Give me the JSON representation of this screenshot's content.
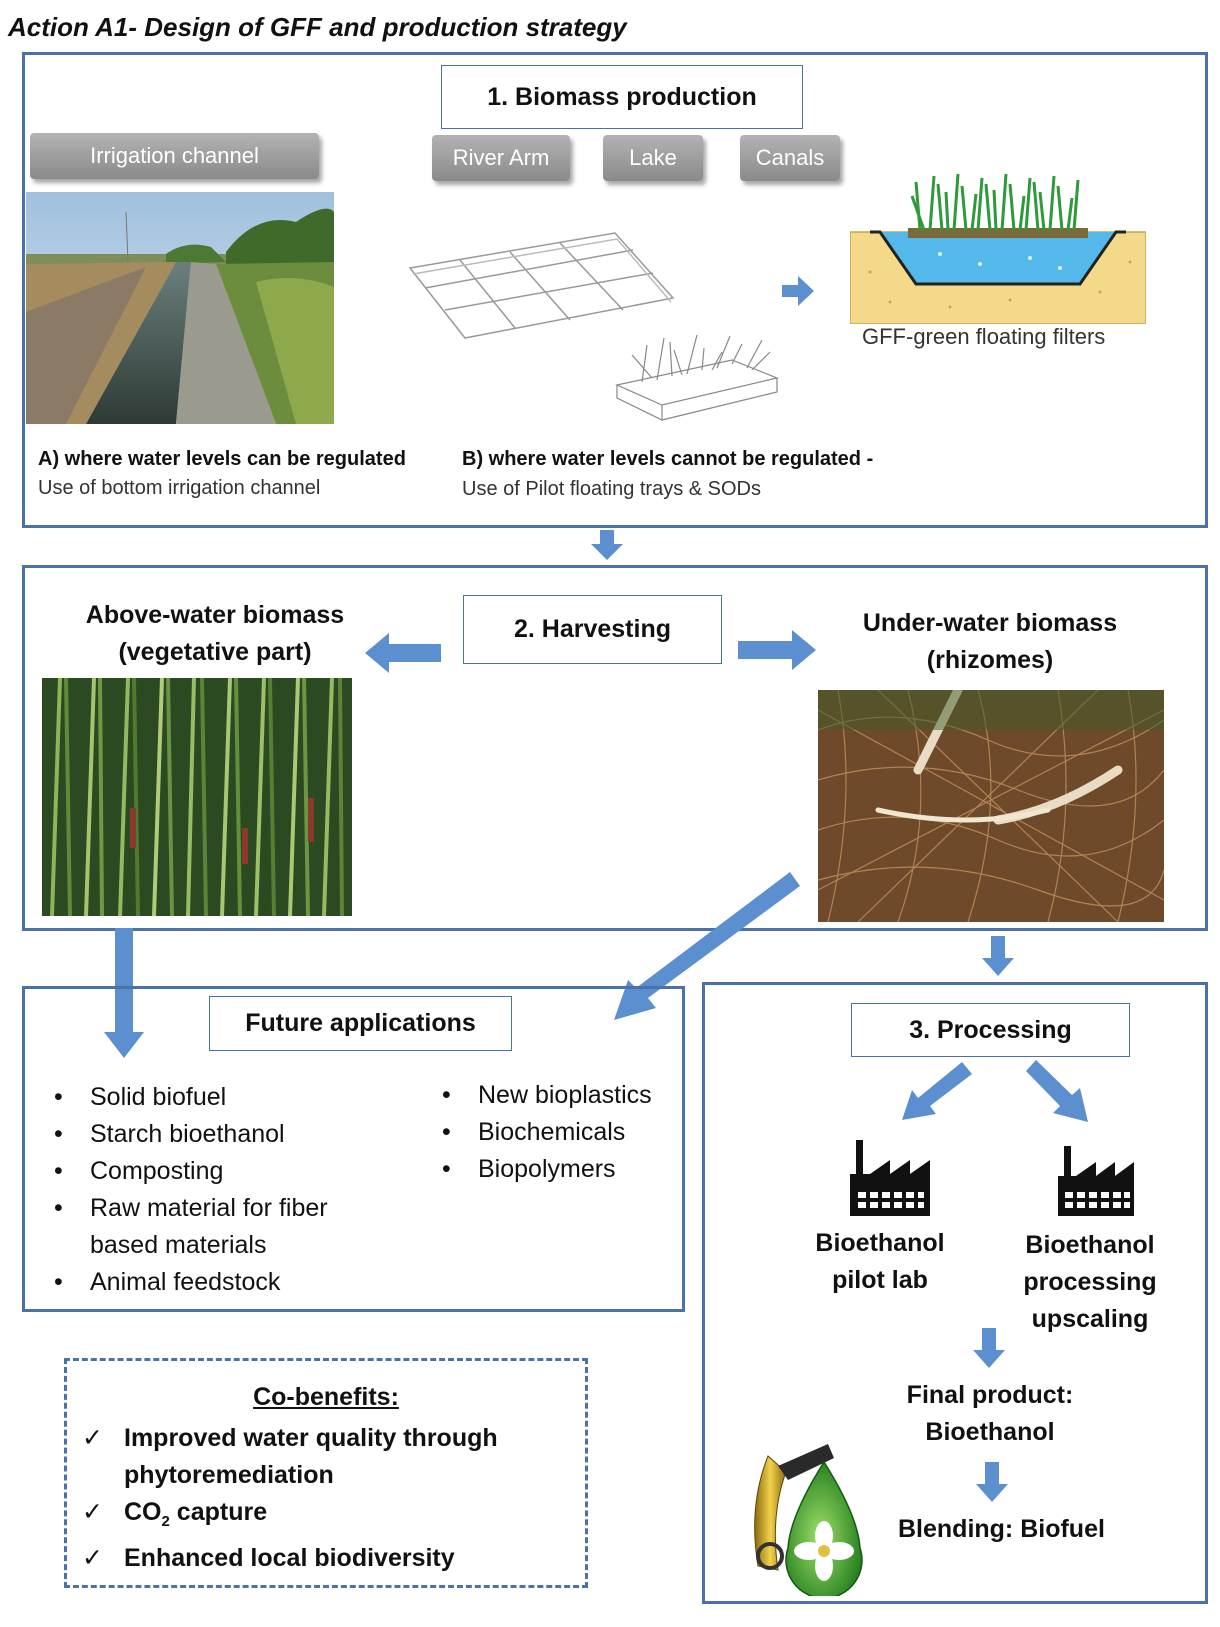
{
  "title": "Action A1- Design of GFF and production strategy",
  "section1": {
    "title": "1. Biomass production",
    "tabs": [
      "Irrigation channel",
      "River Arm",
      "Lake",
      "Canals"
    ],
    "gff_caption": "GFF-green floating filters",
    "option_a_bold": "A) where water levels can be regulated",
    "option_a_text": "Use of bottom irrigation channel",
    "option_b_bold": "B) where water levels cannot be regulated -",
    "option_b_text": "Use of Pilot floating trays & SODs"
  },
  "section2": {
    "title": "2. Harvesting",
    "above_line1": "Above-water biomass",
    "above_line2": "(vegetative part)",
    "under_line1": "Under-water biomass",
    "under_line2": "(rhizomes)"
  },
  "future": {
    "title": "Future applications",
    "left_items": [
      "Solid biofuel",
      "Starch bioethanol",
      "Composting",
      "Raw material for fiber based materials",
      "Animal feedstock"
    ],
    "right_items": [
      "New bioplastics",
      "Biochemicals",
      "Biopolymers"
    ]
  },
  "cobenefits": {
    "title": "Co-benefits:",
    "item1": "Improved water quality through phytoremediation",
    "item2_prefix": "CO",
    "item2_sub": "2",
    "item2_suffix": " capture",
    "item3": "Enhanced local biodiversity",
    "check": "✓"
  },
  "processing": {
    "title": "3. Processing",
    "pilot_line1": "Bioethanol",
    "pilot_line2": "pilot lab",
    "upscale_line1": "Bioethanol",
    "upscale_line2": "processing",
    "upscale_line3": "upscaling",
    "final_line1": "Final product:",
    "final_line2": "Bioethanol",
    "blending": "Blending: Biofuel"
  },
  "colors": {
    "frame": "#4a72a8",
    "arrow": "#5b8fd0",
    "pill": "#9e9e9e"
  }
}
